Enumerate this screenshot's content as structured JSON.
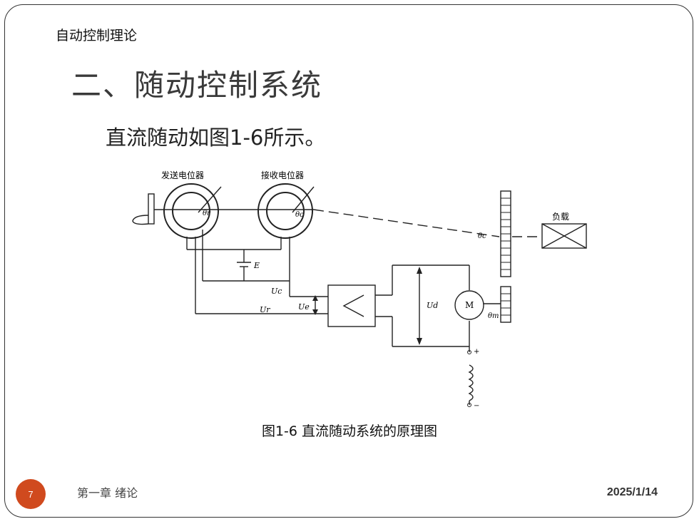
{
  "header": {
    "course": "自动控制理论"
  },
  "slide": {
    "title": "二、随动控制系统",
    "subtitle": "直流随动如图1-6所示。",
    "caption": "图1-6  直流随动系统的原理图"
  },
  "diagram": {
    "label_sender": "发送电位器",
    "label_receiver": "接收电位器",
    "label_load": "负载",
    "theta_r": "θr",
    "theta_c": "θc",
    "theta_c2": "θc",
    "theta_m": "θm",
    "E": "E",
    "Uc": "Uc",
    "Ur": "Ur",
    "Ue": "Ue",
    "Ud": "Ud",
    "motor": "M",
    "plus": "+",
    "minus": "−"
  },
  "footer": {
    "slide_number": "7",
    "chapter": "第一章 绪论",
    "date": "2025/1/14"
  },
  "colors": {
    "badge": "#d04a1e",
    "border": "#333333"
  }
}
